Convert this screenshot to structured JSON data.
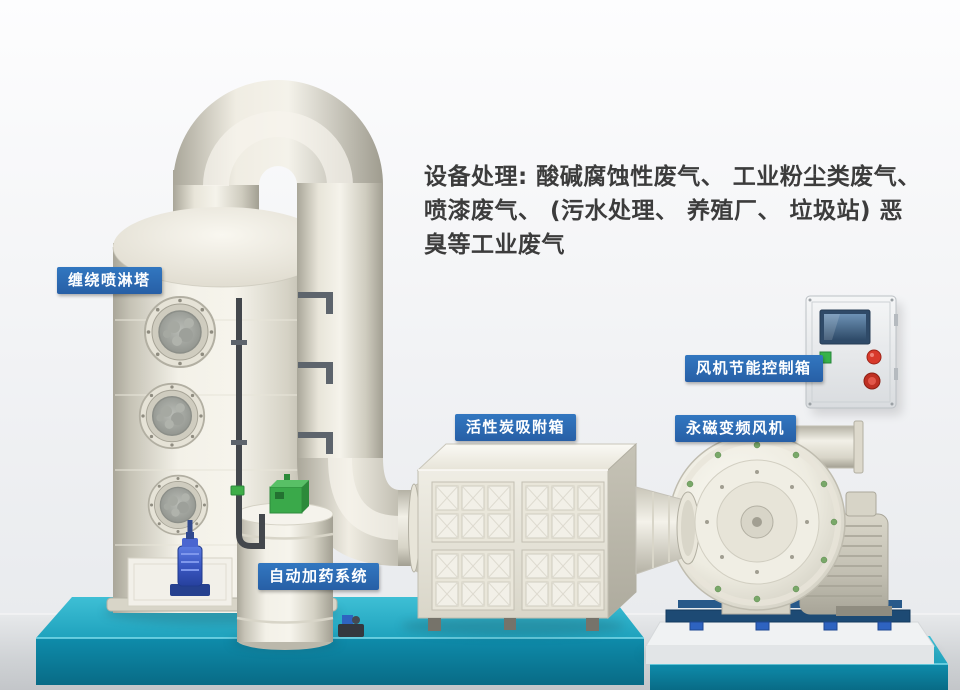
{
  "heading": {
    "line1": "设备处理: 酸碱腐蚀性废气、 工业粉尘类废气、",
    "line2": "喷漆废气、 (污水处理、 养殖厂、 垃圾站) 恶",
    "line3": "臭等工业废气"
  },
  "labels": {
    "spray_tower": "缠绕喷淋塔",
    "dosing_system": "自动加药系统",
    "carbon_box": "活性炭吸附箱",
    "fan": "永磁变频风机",
    "control_box": "风机节能控制箱"
  },
  "colors": {
    "label_bg": "#3277c0",
    "label_bg_dark": "#275fa6",
    "label_text": "#ffffff",
    "platform_top": "#2fb0c8",
    "platform_front": "#0c81a0",
    "equipment_body": "#f0eee5",
    "heading_text": "#3c3c3c",
    "background": "#eceef0"
  }
}
